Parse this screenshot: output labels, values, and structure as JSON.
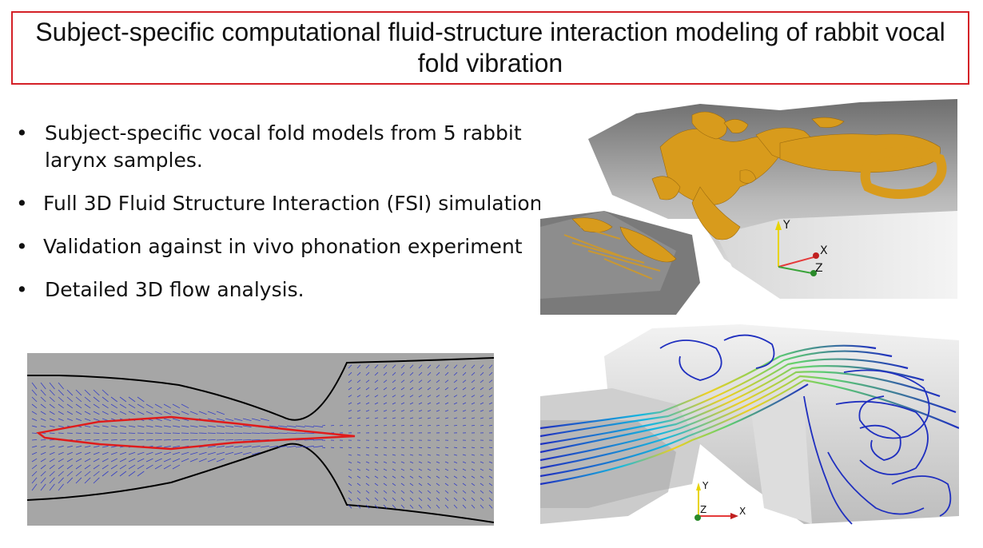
{
  "slide": {
    "title": "Subject-specific computational fluid-structure interaction modeling of rabbit vocal fold vibration",
    "bullets": [
      "Subject-specific vocal fold models from 5 rabbit larynx samples.",
      "Full 3D Fluid Structure Interaction (FSI) simulation",
      "Validation against in vivo phonation experiment",
      "Detailed 3D flow analysis."
    ],
    "bullet_symbol": "•"
  },
  "figures": {
    "vortex_view": {
      "axis_labels": {
        "y": "Y",
        "x": "X",
        "z": "Z"
      },
      "colors": {
        "vortex": "#d89b1c",
        "wall": "#8a8a8a"
      }
    },
    "streamline_view": {
      "axis_labels": {
        "y": "Y",
        "z": "Z",
        "x": "X"
      },
      "colors": {
        "streamline": "#1f2fbf"
      }
    },
    "velocity_field_view": {
      "colors": {
        "vectors": "#2a35c8",
        "glottal_outline": "#e01b1b",
        "boundary": "#000000"
      }
    }
  },
  "colors": {
    "title_border": "#d42027"
  }
}
